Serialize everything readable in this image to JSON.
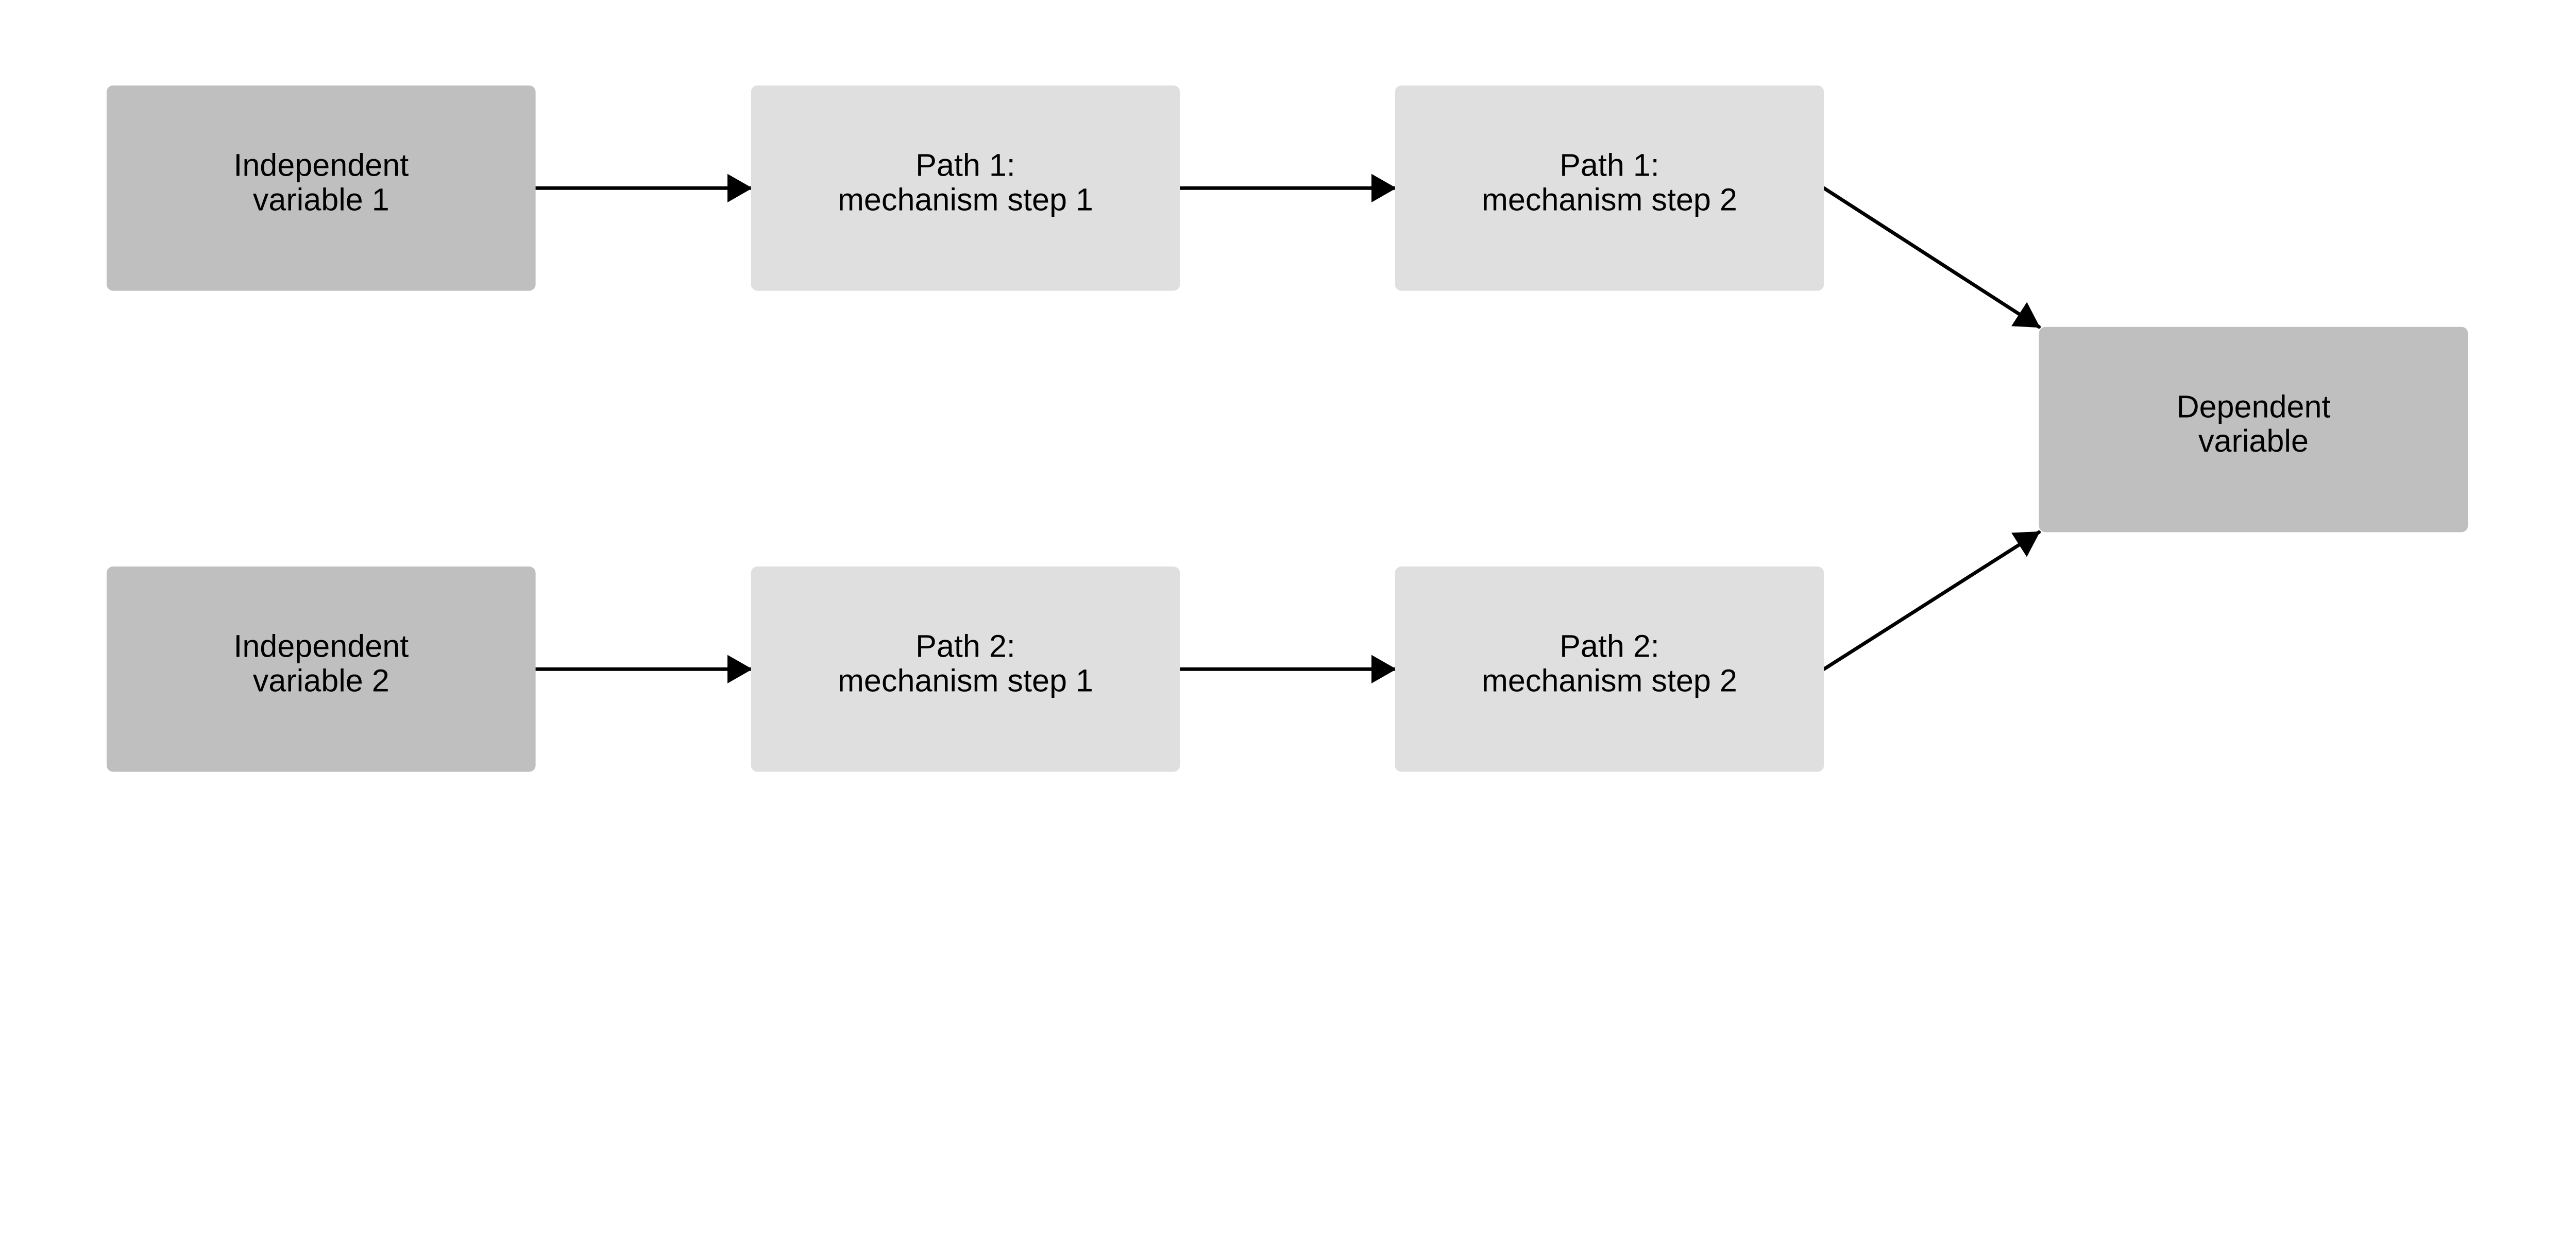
{
  "colors": {
    "dark_node": "#bfbfbf",
    "light_node": "#dfdfdf",
    "arrow": "#000000"
  },
  "nodes": [
    {
      "id": "iv1",
      "lines": [
        "Independent",
        "variable 1"
      ],
      "shade": "dark"
    },
    {
      "id": "p1s1",
      "lines": [
        "Path 1:",
        "mechanism step 1"
      ],
      "shade": "light"
    },
    {
      "id": "p1s2",
      "lines": [
        "Path 1:",
        "mechanism step 2"
      ],
      "shade": "light"
    },
    {
      "id": "dv",
      "lines": [
        "Dependent",
        "variable"
      ],
      "shade": "dark"
    },
    {
      "id": "iv2",
      "lines": [
        "Independent",
        "variable 2"
      ],
      "shade": "dark"
    },
    {
      "id": "p2s1",
      "lines": [
        "Path 2:",
        "mechanism step 1"
      ],
      "shade": "light"
    },
    {
      "id": "p2s2",
      "lines": [
        "Path 2:",
        "mechanism step 2"
      ],
      "shade": "light"
    }
  ],
  "edges": [
    {
      "from": "iv1",
      "to": "p1s1"
    },
    {
      "from": "p1s1",
      "to": "p1s2"
    },
    {
      "from": "p1s2",
      "to": "dv"
    },
    {
      "from": "iv2",
      "to": "p2s1"
    },
    {
      "from": "p2s1",
      "to": "p2s2"
    },
    {
      "from": "p2s2",
      "to": "dv"
    }
  ]
}
